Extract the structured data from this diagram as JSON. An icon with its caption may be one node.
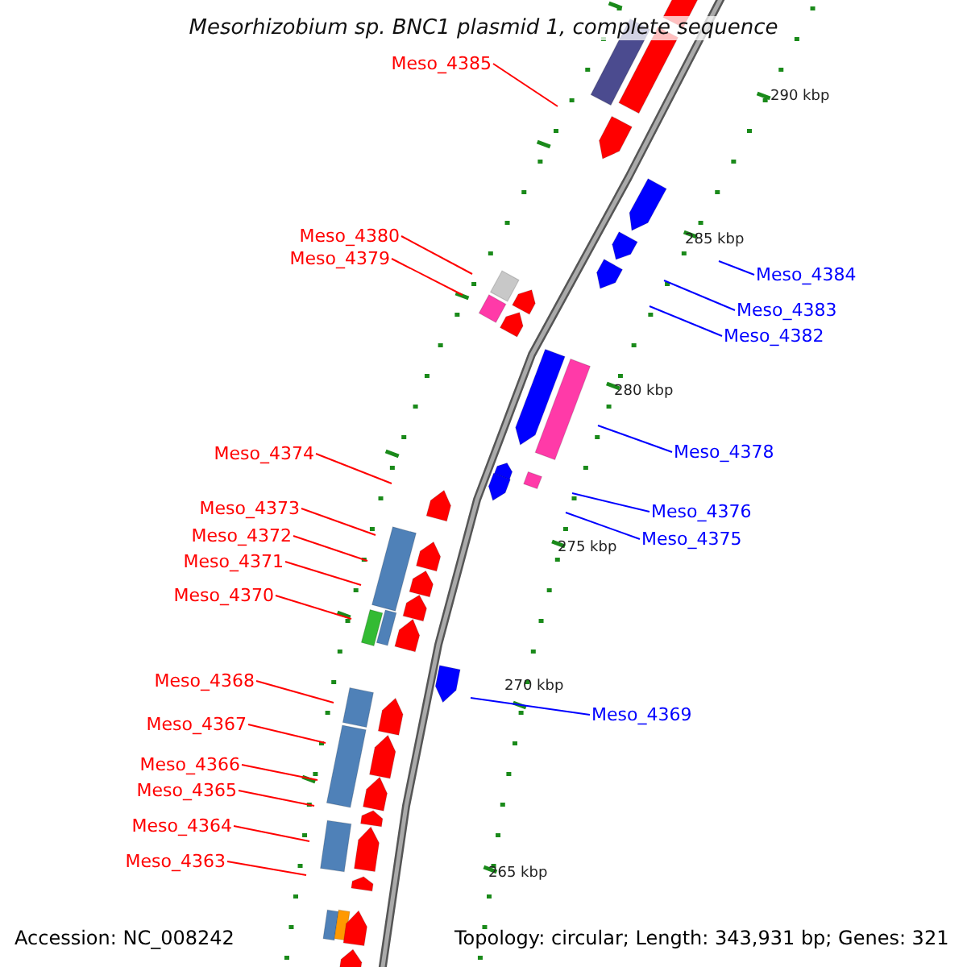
{
  "diagram": {
    "title": "Mesorhizobium sp. BNC1 plasmid 1, complete sequence",
    "nodes": [
      {
        "text": [
          "Meso_4385"
        ]
      },
      {
        "text": [
          "Meso_4380"
        ]
      },
      {
        "text": [
          "Meso_4379"
        ]
      },
      {
        "text": [
          "Meso_4384"
        ]
      },
      {
        "text": [
          "Meso_4383"
        ]
      },
      {
        "text": [
          "Meso_4382"
        ]
      },
      {
        "text": [
          "Meso_4378"
        ]
      },
      {
        "text": [
          "Meso_4374"
        ]
      },
      {
        "text": [
          "Meso_4376"
        ]
      },
      {
        "text": [
          "Meso_4373"
        ]
      },
      {
        "text": [
          "Meso_4372"
        ]
      },
      {
        "text": [
          "Meso_4375"
        ]
      },
      {
        "text": [
          "Meso_4371"
        ]
      },
      {
        "text": [
          "Meso_4370"
        ]
      },
      {
        "text": [
          "Meso_4368"
        ]
      },
      {
        "text": [
          "Meso_4369"
        ]
      },
      {
        "text": [
          "Meso_4367"
        ]
      },
      {
        "text": [
          "Meso_4366"
        ]
      },
      {
        "text": [
          "Meso_4365"
        ]
      },
      {
        "text": [
          "Meso_4364"
        ]
      },
      {
        "text": [
          "Meso_4363"
        ]
      }
    ],
    "edges": [
      {
        "from": 0,
        "to": null,
        "arrow": "none"
      },
      {
        "from": 1,
        "to": null,
        "arrow": "none"
      },
      {
        "from": 2,
        "to": null,
        "arrow": "none"
      },
      {
        "from": 3,
        "to": null,
        "arrow": "none",
        "color": "#0000ff"
      },
      {
        "from": 4,
        "to": null,
        "arrow": "none",
        "color": "#0000ff"
      },
      {
        "from": 5,
        "to": null,
        "arrow": "none",
        "color": "#0000ff"
      },
      {
        "from": 6,
        "to": null,
        "arrow": "none",
        "color": "#0000ff"
      },
      {
        "from": 7,
        "to": null,
        "arrow": "none"
      },
      {
        "from": 8,
        "to": null,
        "arrow": "none",
        "color": "#0000ff"
      },
      {
        "from": 9,
        "to": null,
        "arrow": "none"
      },
      {
        "from": 10,
        "to": null,
        "arrow": "none"
      },
      {
        "from": 11,
        "to": null,
        "arrow": "none",
        "color": "#0000ff"
      },
      {
        "from": 12,
        "to": null,
        "arrow": "none"
      },
      {
        "from": 13,
        "to": null,
        "arrow": "none"
      },
      {
        "from": 14,
        "to": null,
        "arrow": "none"
      },
      {
        "from": 15,
        "to": null,
        "arrow": "none",
        "color": "#0000ff"
      },
      {
        "from": 16,
        "to": null,
        "arrow": "none"
      },
      {
        "from": 17,
        "to": null,
        "arrow": "none"
      },
      {
        "from": 18,
        "to": null,
        "arrow": "none"
      },
      {
        "from": 19,
        "to": null,
        "arrow": "none"
      },
      {
        "from": 20,
        "to": null,
        "arrow": "none"
      }
    ],
    "labels": [
      "290 kbp",
      "285 kbp",
      "280 kbp",
      "275 kbp",
      "270 kbp",
      "265 kbp",
      "Accession: NC_008242",
      "Topology: circular; Length: 343,931 bp; Genes: 321"
    ]
  }
}
